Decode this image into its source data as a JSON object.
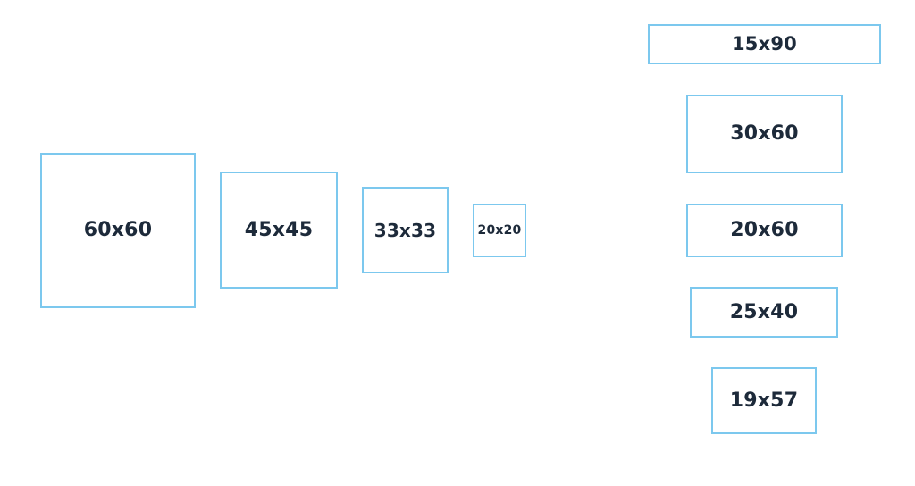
{
  "colors": {
    "border": "#7cc8ee",
    "text": "#1d2a3a",
    "background": "#ffffff"
  },
  "boxes": {
    "square_60": {
      "label": "60x60"
    },
    "square_45": {
      "label": "45x45"
    },
    "square_33": {
      "label": "33x33"
    },
    "square_20": {
      "label": "20x20"
    },
    "rect_15x90": {
      "label": "15x90"
    },
    "rect_30x60": {
      "label": "30x60"
    },
    "rect_20x60": {
      "label": "20x60"
    },
    "rect_25x40": {
      "label": "25x40"
    },
    "rect_19x57": {
      "label": "19x57"
    }
  }
}
